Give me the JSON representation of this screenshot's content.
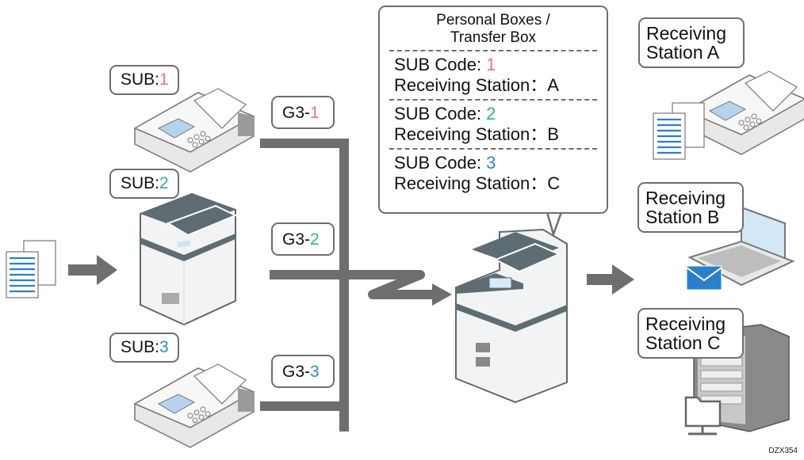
{
  "diagram": {
    "senders": [
      {
        "prefix": "SUB:",
        "code": "1",
        "device": "fax"
      },
      {
        "prefix": "SUB:",
        "code": "2",
        "device": "multifunction-printer"
      },
      {
        "prefix": "SUB:",
        "code": "3",
        "device": "fax"
      }
    ],
    "lines": [
      {
        "prefix": "G3-",
        "number": "1"
      },
      {
        "prefix": "G3-",
        "number": "2"
      },
      {
        "prefix": "G3-",
        "number": "3"
      }
    ],
    "box": {
      "title_line1": "Personal Boxes /",
      "title_line2": "Transfer Box",
      "entries": [
        {
          "code_label": "SUB Code: ",
          "code": "1",
          "station_label": "Receiving Station：",
          "station": "A"
        },
        {
          "code_label": "SUB Code: ",
          "code": "2",
          "station_label": "Receiving Station：",
          "station": "B"
        },
        {
          "code_label": "SUB Code: ",
          "code": "3",
          "station_label": "Receiving Station：",
          "station": "C"
        }
      ]
    },
    "stations": [
      {
        "line1": "Receiving",
        "line2": "Station ",
        "letter": "A",
        "device": "fax"
      },
      {
        "line1": "Receiving",
        "line2": "Station ",
        "letter": "B",
        "device": "laptop-email"
      },
      {
        "line1": "Receiving",
        "line2": "Station ",
        "letter": "C",
        "device": "server-folder"
      }
    ],
    "figure_code": "DZX354",
    "colors": {
      "code1": "#e8787a",
      "code2": "#2bb58e",
      "code3": "#2a8bd0",
      "line": "#6e6e6e",
      "doc_blue": "#2a7fcc"
    }
  }
}
